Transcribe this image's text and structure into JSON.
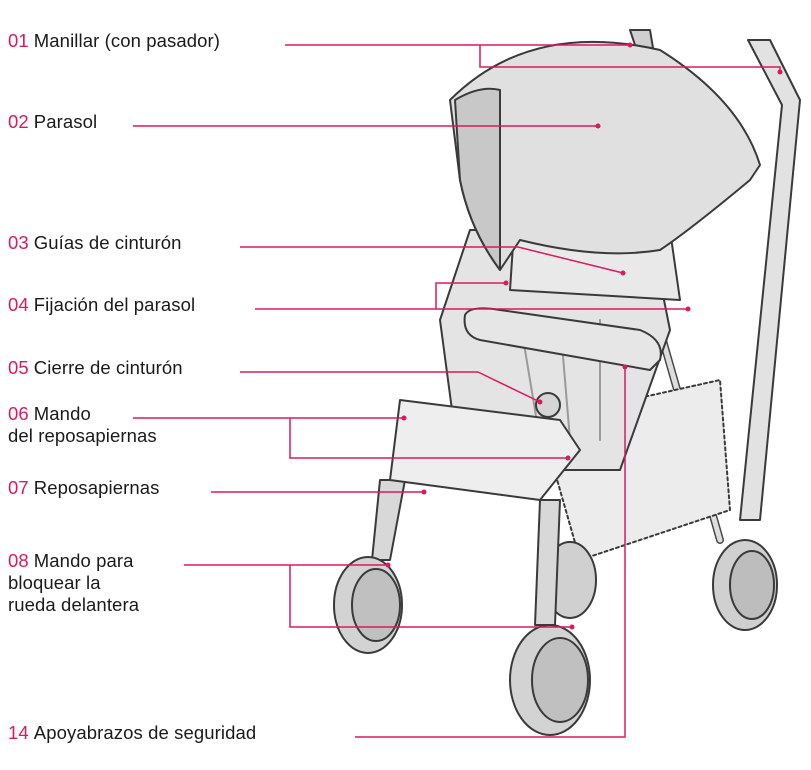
{
  "accent_color": "#d81b60",
  "callouts": [
    {
      "num": "01",
      "lines": [
        "Manillar (con pasador)"
      ]
    },
    {
      "num": "02",
      "lines": [
        "Parasol"
      ]
    },
    {
      "num": "03",
      "lines": [
        "Guías de cinturón"
      ]
    },
    {
      "num": "04",
      "lines": [
        "Fijación del parasol"
      ]
    },
    {
      "num": "05",
      "lines": [
        "Cierre de cinturón"
      ]
    },
    {
      "num": "06",
      "lines": [
        "Mando",
        "del reposapiernas"
      ]
    },
    {
      "num": "07",
      "lines": [
        "Reposapiernas"
      ]
    },
    {
      "num": "08",
      "lines": [
        "Mando para",
        "bloquear la",
        "rueda delantera"
      ]
    },
    {
      "num": "14",
      "lines": [
        "Apoyabrazos de seguridad"
      ]
    }
  ]
}
